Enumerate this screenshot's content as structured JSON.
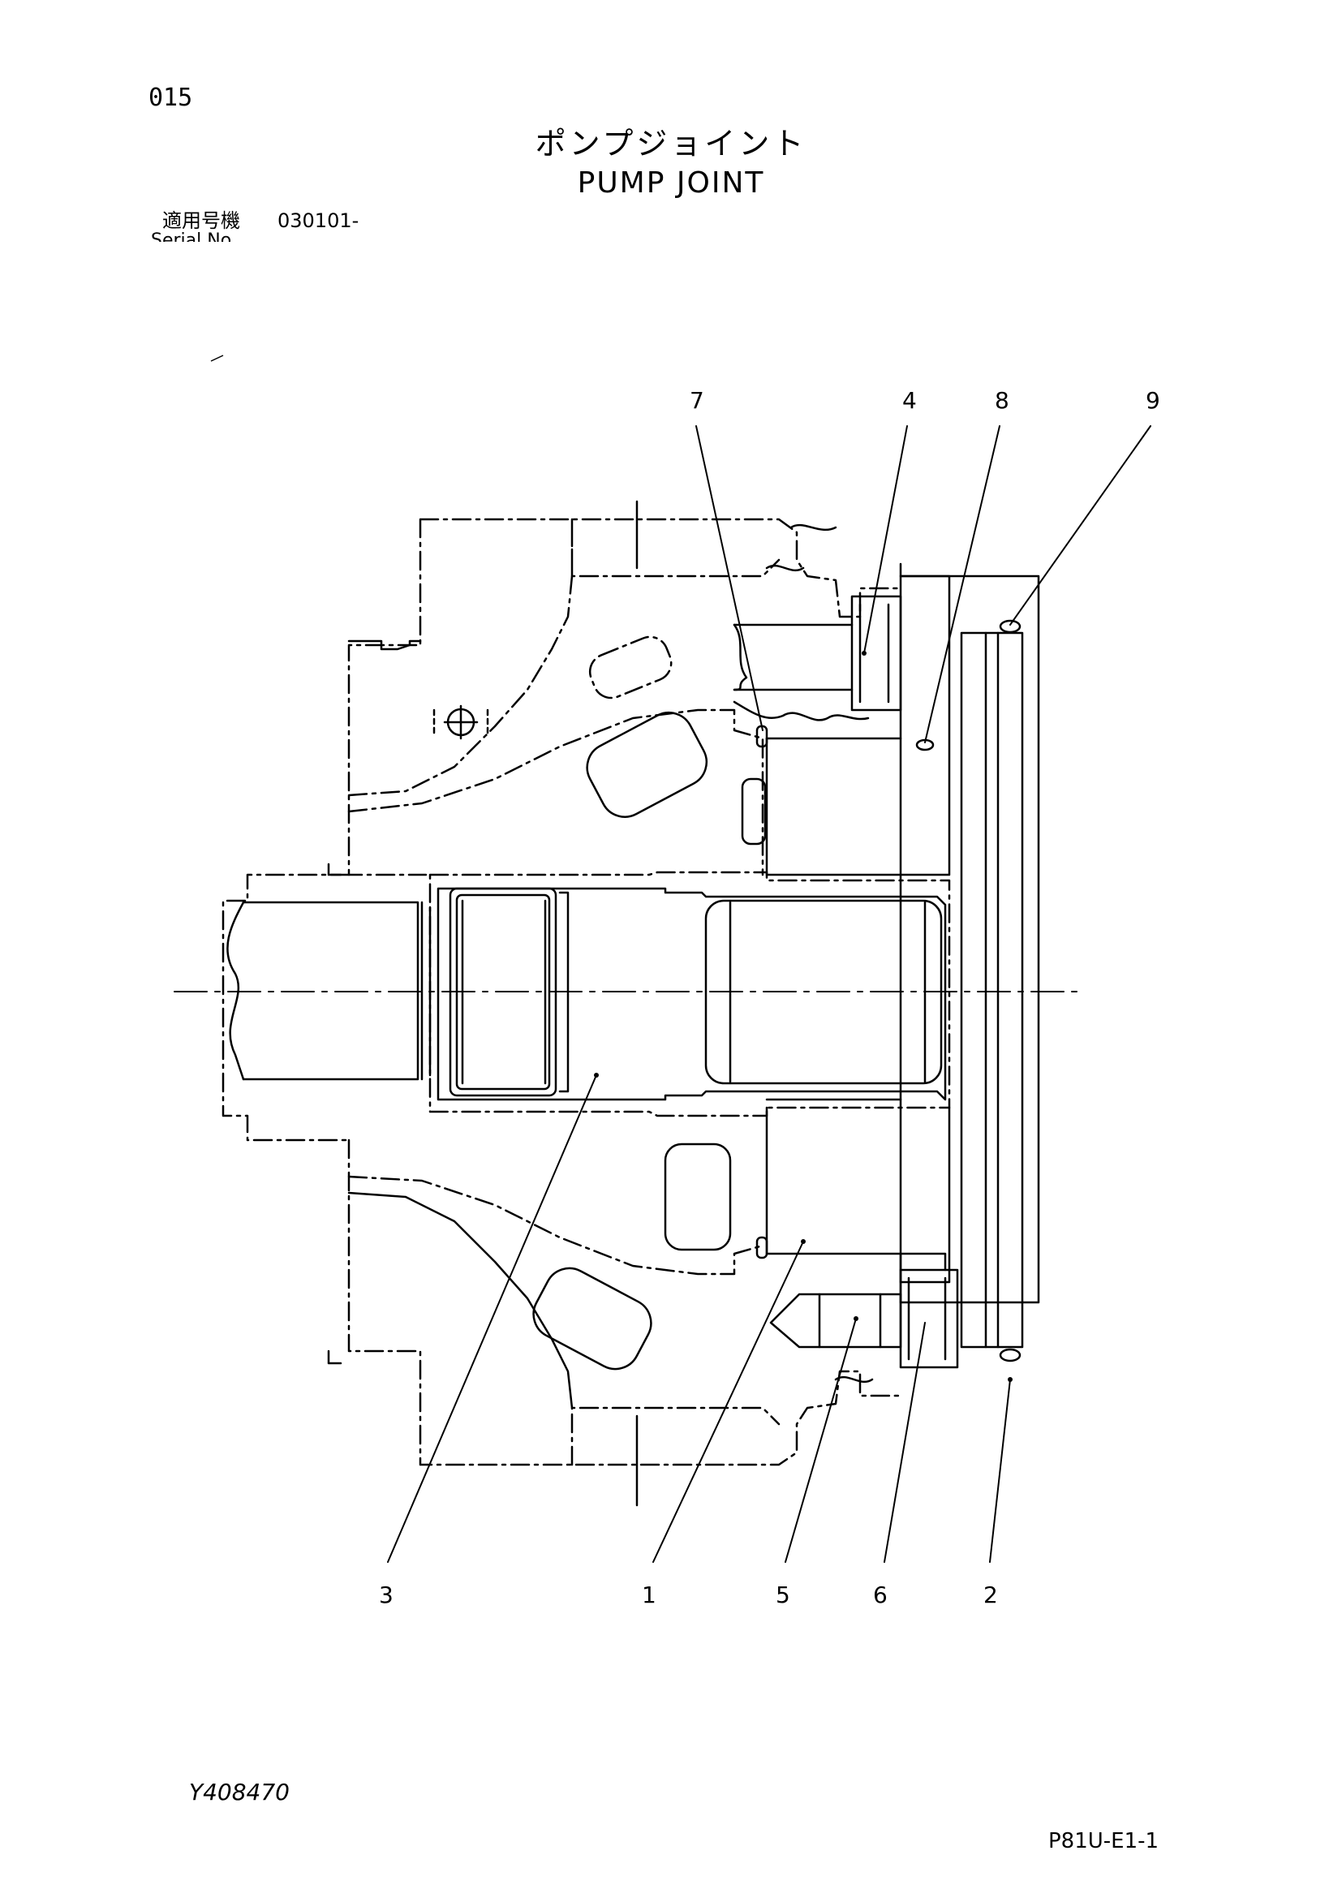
{
  "header": {
    "page_number": "015",
    "title_japanese": "ポンプジョイント",
    "title_english": "PUMP JOINT",
    "serial_label": "適用号機",
    "serial_value": "030101-",
    "serial_sublabel": "Serial No."
  },
  "footer": {
    "drawing_number": "Y408470",
    "page_code": "P81U-E1-1"
  },
  "callouts": {
    "c1": "1",
    "c2": "2",
    "c3": "3",
    "c4": "4",
    "c5": "5",
    "c6": "6",
    "c7": "7",
    "c8": "8",
    "c9": "9"
  }
}
